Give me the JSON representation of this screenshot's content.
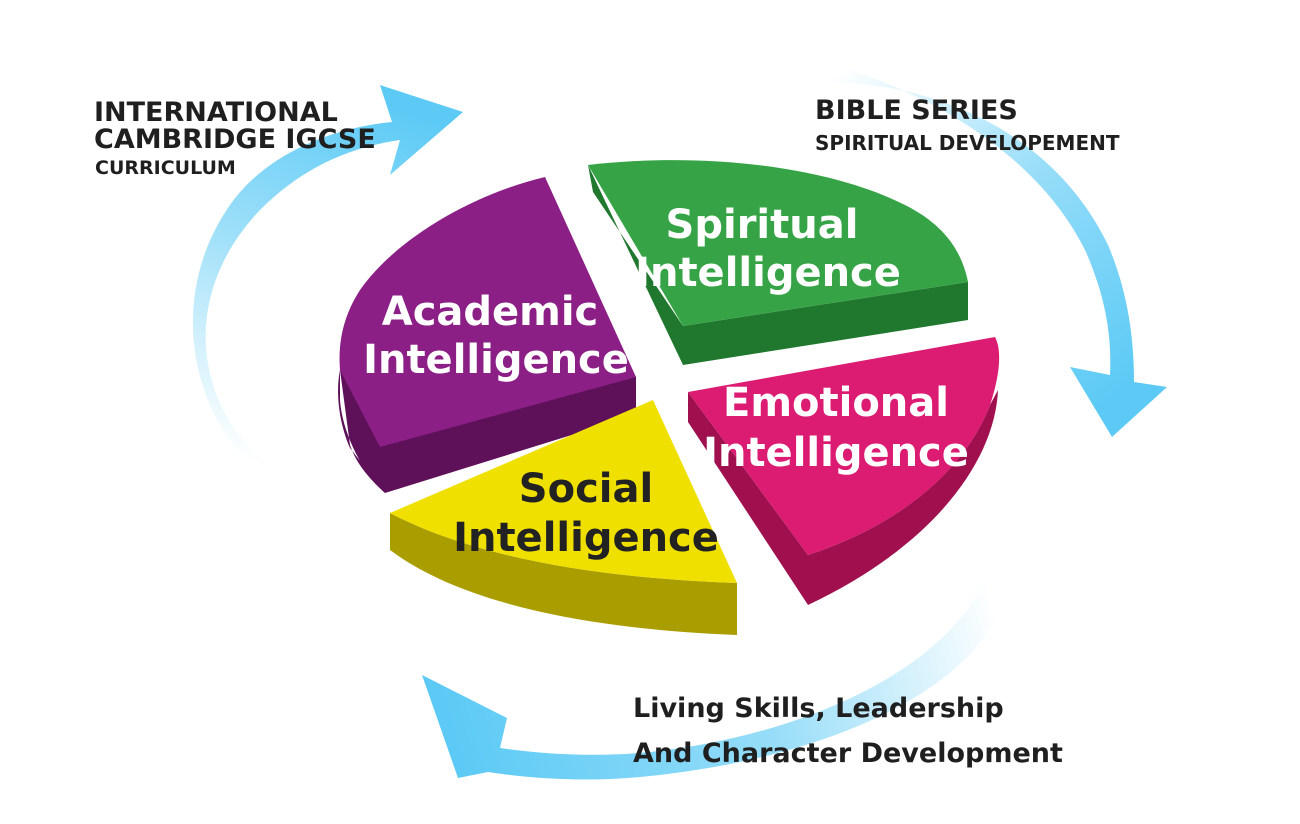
{
  "segments": {
    "academic": {
      "line1": "Academic",
      "line2": "Intelligence",
      "color": "#8b1f86",
      "side_color": "#5e1159",
      "text_color": "#ffffff"
    },
    "spiritual": {
      "line1": "Spiritual",
      "line2": "Intelligence",
      "color": "#36a446",
      "side_color": "#20782e",
      "text_color": "#ffffff"
    },
    "emotional": {
      "line1": "Emotional",
      "line2": "Intelligence",
      "color": "#dc1b72",
      "side_color": "#a0104f",
      "text_color": "#ffffff"
    },
    "social": {
      "line1": "Social",
      "line2": "Intelligence",
      "color": "#f0e000",
      "side_color": "#aa9d00",
      "text_color": "#222222"
    }
  },
  "labels": {
    "cambridge": {
      "line1": "INTERNATIONAL",
      "line2": "CAMBRIDGE IGCSE",
      "line3": "CURRICULUM"
    },
    "bible": {
      "line1": "BIBLE SERIES",
      "line2": "SPIRITUAL DEVELOPEMENT"
    },
    "living": {
      "line1": "Living Skills, Leadership",
      "line2": "And Character Development"
    }
  },
  "arrow_color": "#5ccaf5"
}
